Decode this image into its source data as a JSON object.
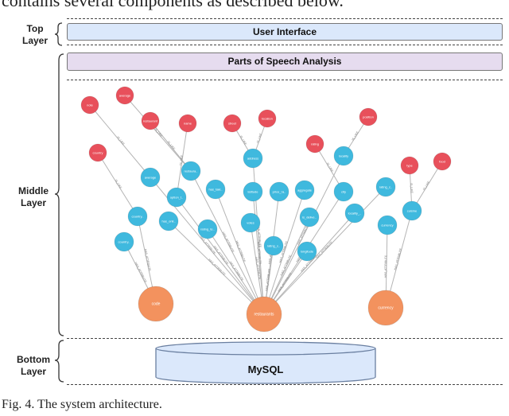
{
  "top_text": "contains several components as described below.",
  "caption": "Fig. 4. The system architecture.",
  "layers": {
    "top": [
      "Top",
      "Layer"
    ],
    "middle": [
      "Middle",
      "Layer"
    ],
    "bottom": [
      "Bottom",
      "Layer"
    ]
  },
  "bars": {
    "user_interface": "User Interface",
    "pos_analysis": "Parts of Speech Analysis"
  },
  "database": {
    "label": "MySQL"
  },
  "colors": {
    "ui_fill": "#dbe8fb",
    "pos_fill": "#e6dcef",
    "db_fill": "#dbe8fb",
    "red_node": "#e8505b",
    "blue_node": "#3fb9de",
    "orange_node": "#f3925e",
    "edge": "#b5b5b5"
  },
  "graph": {
    "edge_labels": [
      "IS_LIKE",
      "HAS_ATTRIBUTE"
    ],
    "nodes": [
      {
        "id": "r1",
        "type": "red",
        "label": "note"
      },
      {
        "id": "r2",
        "type": "red",
        "label": "average"
      },
      {
        "id": "r3",
        "type": "red",
        "label": "restaurant"
      },
      {
        "id": "r4",
        "type": "red",
        "label": "name"
      },
      {
        "id": "r5",
        "type": "red",
        "label": "street"
      },
      {
        "id": "r6",
        "type": "red",
        "label": "location"
      },
      {
        "id": "r7",
        "type": "red",
        "label": "position"
      },
      {
        "id": "r8",
        "type": "red",
        "label": "country"
      },
      {
        "id": "r9",
        "type": "red",
        "label": "rating"
      },
      {
        "id": "r10",
        "type": "red",
        "label": "type"
      },
      {
        "id": "r11",
        "type": "red",
        "label": "food"
      },
      {
        "id": "b1",
        "type": "blue",
        "label": "average"
      },
      {
        "id": "b2",
        "type": "blue",
        "label": "restaura.."
      },
      {
        "id": "b3",
        "type": "blue",
        "label": "address"
      },
      {
        "id": "b4",
        "type": "blue",
        "label": "locality"
      },
      {
        "id": "b5",
        "type": "blue",
        "label": "option_t.."
      },
      {
        "id": "b6",
        "type": "blue",
        "label": "has_taki.."
      },
      {
        "id": "b7",
        "type": "blue",
        "label": "latitude"
      },
      {
        "id": "b8",
        "type": "blue",
        "label": "price_ra.."
      },
      {
        "id": "b9",
        "type": "blue",
        "label": "aggregate"
      },
      {
        "id": "b10",
        "type": "blue",
        "label": "city"
      },
      {
        "id": "b11",
        "type": "blue",
        "label": "rating_c.."
      },
      {
        "id": "b12",
        "type": "blue",
        "label": "country.."
      },
      {
        "id": "b13",
        "type": "blue",
        "label": "has_onli.."
      },
      {
        "id": "b14",
        "type": "blue",
        "label": "rating_te.."
      },
      {
        "id": "b15",
        "type": "blue",
        "label": "votes"
      },
      {
        "id": "b16",
        "type": "blue",
        "label": "is_delive.."
      },
      {
        "id": "b17",
        "type": "blue",
        "label": "locality_.."
      },
      {
        "id": "b18",
        "type": "blue",
        "label": "cuisine"
      },
      {
        "id": "b19",
        "type": "blue",
        "label": "country.."
      },
      {
        "id": "b20",
        "type": "blue",
        "label": "currency"
      },
      {
        "id": "b21",
        "type": "blue",
        "label": "longitude"
      },
      {
        "id": "b22",
        "type": "blue",
        "label": "rating_c.."
      },
      {
        "id": "o1",
        "type": "orange",
        "label": "code"
      },
      {
        "id": "o2",
        "type": "orange",
        "label": "restaurants"
      },
      {
        "id": "o3",
        "type": "orange",
        "label": "currency"
      }
    ]
  }
}
